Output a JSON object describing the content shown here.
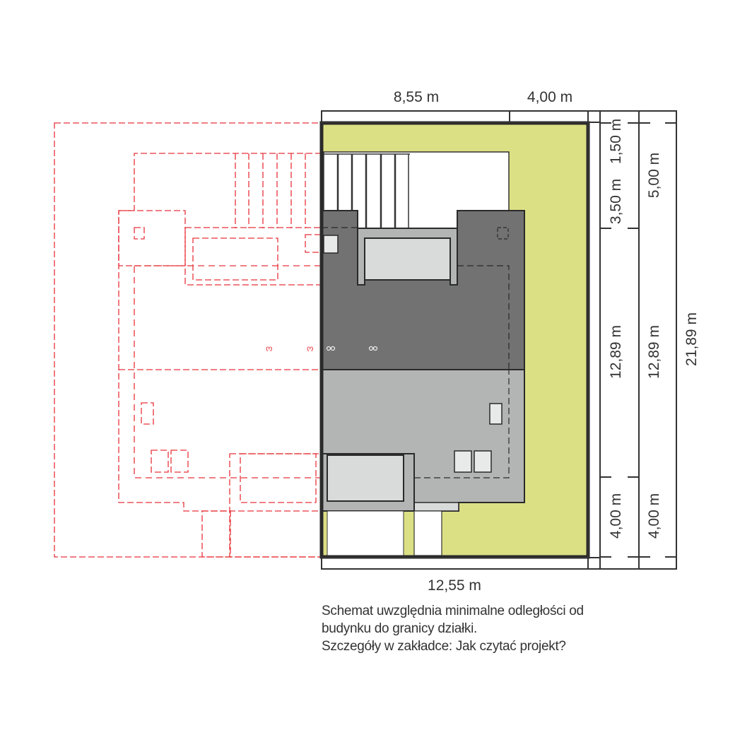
{
  "dimensions": {
    "top_left": "8,55 m",
    "top_right": "4,00 m",
    "bottom": "12,55 m",
    "right_col1_top": "1,50 m",
    "right_col1_second": "3,50 m",
    "right_col1_middle": "12,89 m",
    "right_col1_bottom": "4,00 m",
    "right_col2_top": "5,00 m",
    "right_col2_middle": "12,89 m",
    "right_col2_bottom": "4,00 m",
    "total": "21,89 m"
  },
  "caption": {
    "line1": "Schemat uwzględnia minimalne odległości od",
    "line2": "budynku do granicy działki.",
    "line3": "Szczegóły w zakładce:  Jak czytać projekt?"
  },
  "colors": {
    "plot": "#dce085",
    "roof_dark": "#727272",
    "roof_light": "#b3b4b4",
    "neighbor_outline": "#e8333a"
  }
}
